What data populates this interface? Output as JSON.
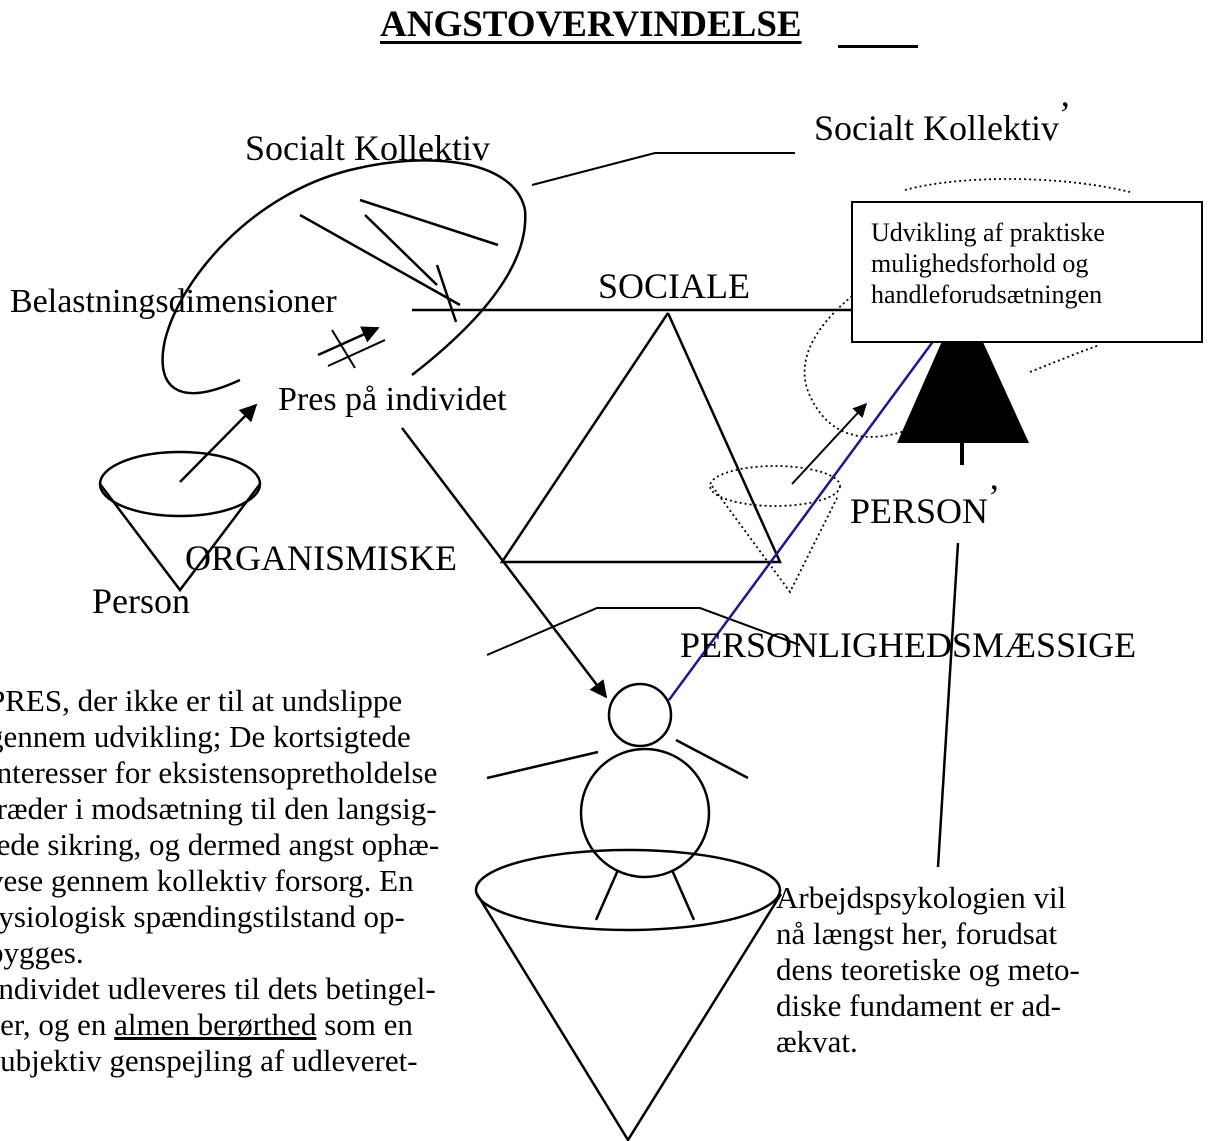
{
  "title": "ANGSTOVERVINDELSE",
  "labels": {
    "social_collective": "Socialt Kollektiv",
    "social_collective_prime": "Socialt Kollektiv",
    "prime_mark": "’",
    "stress_dimensions": "Belastningsdimensioner",
    "social": "SOCIALE",
    "pressure_on_individual": "Pres på individet",
    "organismic": "ORGANISMISKE",
    "person": "Person",
    "person_prime": "PERSON",
    "personality": "PERSONLIGHEDSMÆSSIGE"
  },
  "box_lines": [
    "Udvikling af praktiske",
    "mulighedsforhold og",
    "handleforudsætningen"
  ],
  "left_paragraph": [
    "PRES, der ikke er til at undslippe",
    "gennem udvikling; De kortsigtede",
    "interesser for eksistensopretholdelse",
    "træder i modsætning til den langsig-",
    "tede sikring, og dermed angst ophæ-",
    "vese gennem kollektiv forsorg. En",
    "fysiologisk spændingstilstand op-",
    "bygges.",
    "Individet udleveres til dets betingel-"
  ],
  "left_paragraph_tail": {
    "before": "ser, og en ",
    "underlined": "almen berørthed",
    "after": " som en",
    "last_line": "subjektiv genspejling af udleveret-"
  },
  "right_paragraph": [
    "Arbejdspsykologien vil",
    "nå længst her, forudsat",
    "dens teoretiske og meto-",
    "diske fundament er ad-",
    "ækvat."
  ],
  "colors": {
    "ink": "#000000",
    "blue_line": "#1a1a8c"
  }
}
